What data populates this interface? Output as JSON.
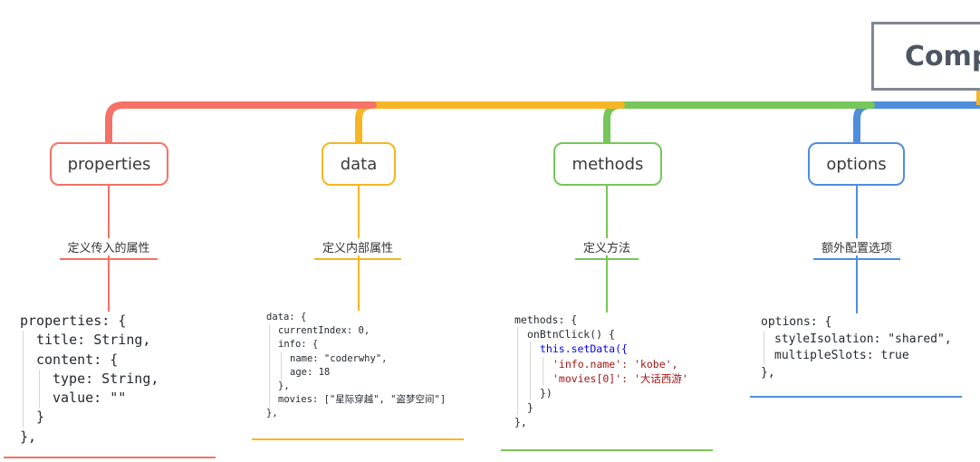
{
  "root": {
    "title": "Comp"
  },
  "colors": {
    "red": "#f47266",
    "orange": "#f6b623",
    "green": "#77c659",
    "blue": "#4f8edc",
    "root_border": "#7f8794"
  },
  "branches": [
    {
      "label": "properties",
      "desc": "定义传入的属性",
      "code": [
        "properties: {",
        "title: String,",
        "content: {",
        "type: String,",
        "value: \"\"",
        "}",
        "},"
      ]
    },
    {
      "label": "data",
      "desc": "定义内部属性",
      "code": [
        "data: {",
        "currentIndex: 0,",
        "info: {",
        "name: \"coderwhy\",",
        "age: 18",
        "},",
        "movies: [\"星际穿越\", \"盗梦空间\"]",
        "},"
      ]
    },
    {
      "label": "methods",
      "desc": "定义方法",
      "code": [
        "methods: {",
        "onBtnClick() {",
        "this.setData({",
        "'info.name': 'kobe',",
        "'movies[0]': '大话西游'",
        "})",
        "}",
        "},"
      ]
    },
    {
      "label": "options",
      "desc": "额外配置选项",
      "code": [
        "options: {",
        "styleIsolation: \"shared\",",
        "multipleSlots: true",
        "},"
      ]
    }
  ]
}
